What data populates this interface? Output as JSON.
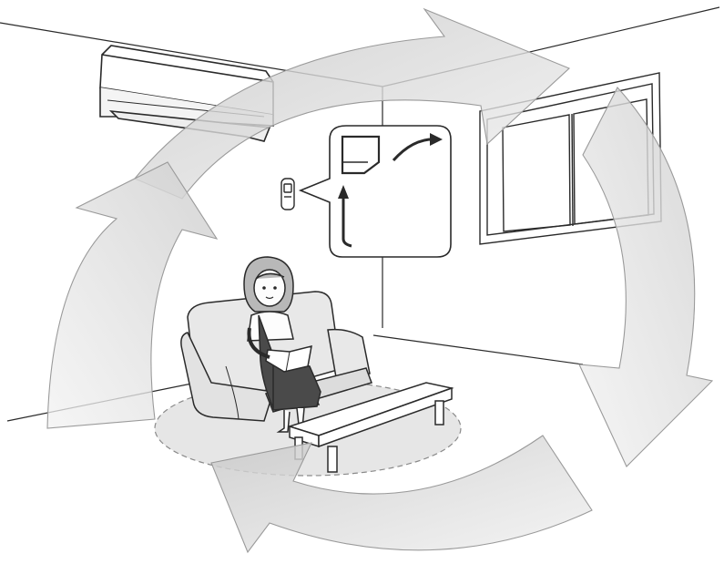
{
  "scene": {
    "subject": "air-circulation-illustration",
    "elements": [
      "air-conditioner-unit",
      "remote-control",
      "remote-callout-bubble",
      "window",
      "sofa",
      "woman-reading",
      "coffee-table",
      "occupant-zone-ellipse",
      "circulation-arrows"
    ],
    "arrow_count": 4,
    "arrow_direction": "clockwise"
  },
  "colors": {
    "line": "#2a2a2a",
    "arrow_fill": "#dcdcdc",
    "arrow_stroke": "#9a9a9a",
    "skin": "#fdfdfd",
    "apron": "#4a4a4a",
    "hair": "#b8b8b8",
    "floor_ellipse": "#d6d6d6",
    "sofa": "#e6e6e6",
    "background": "#ffffff"
  }
}
